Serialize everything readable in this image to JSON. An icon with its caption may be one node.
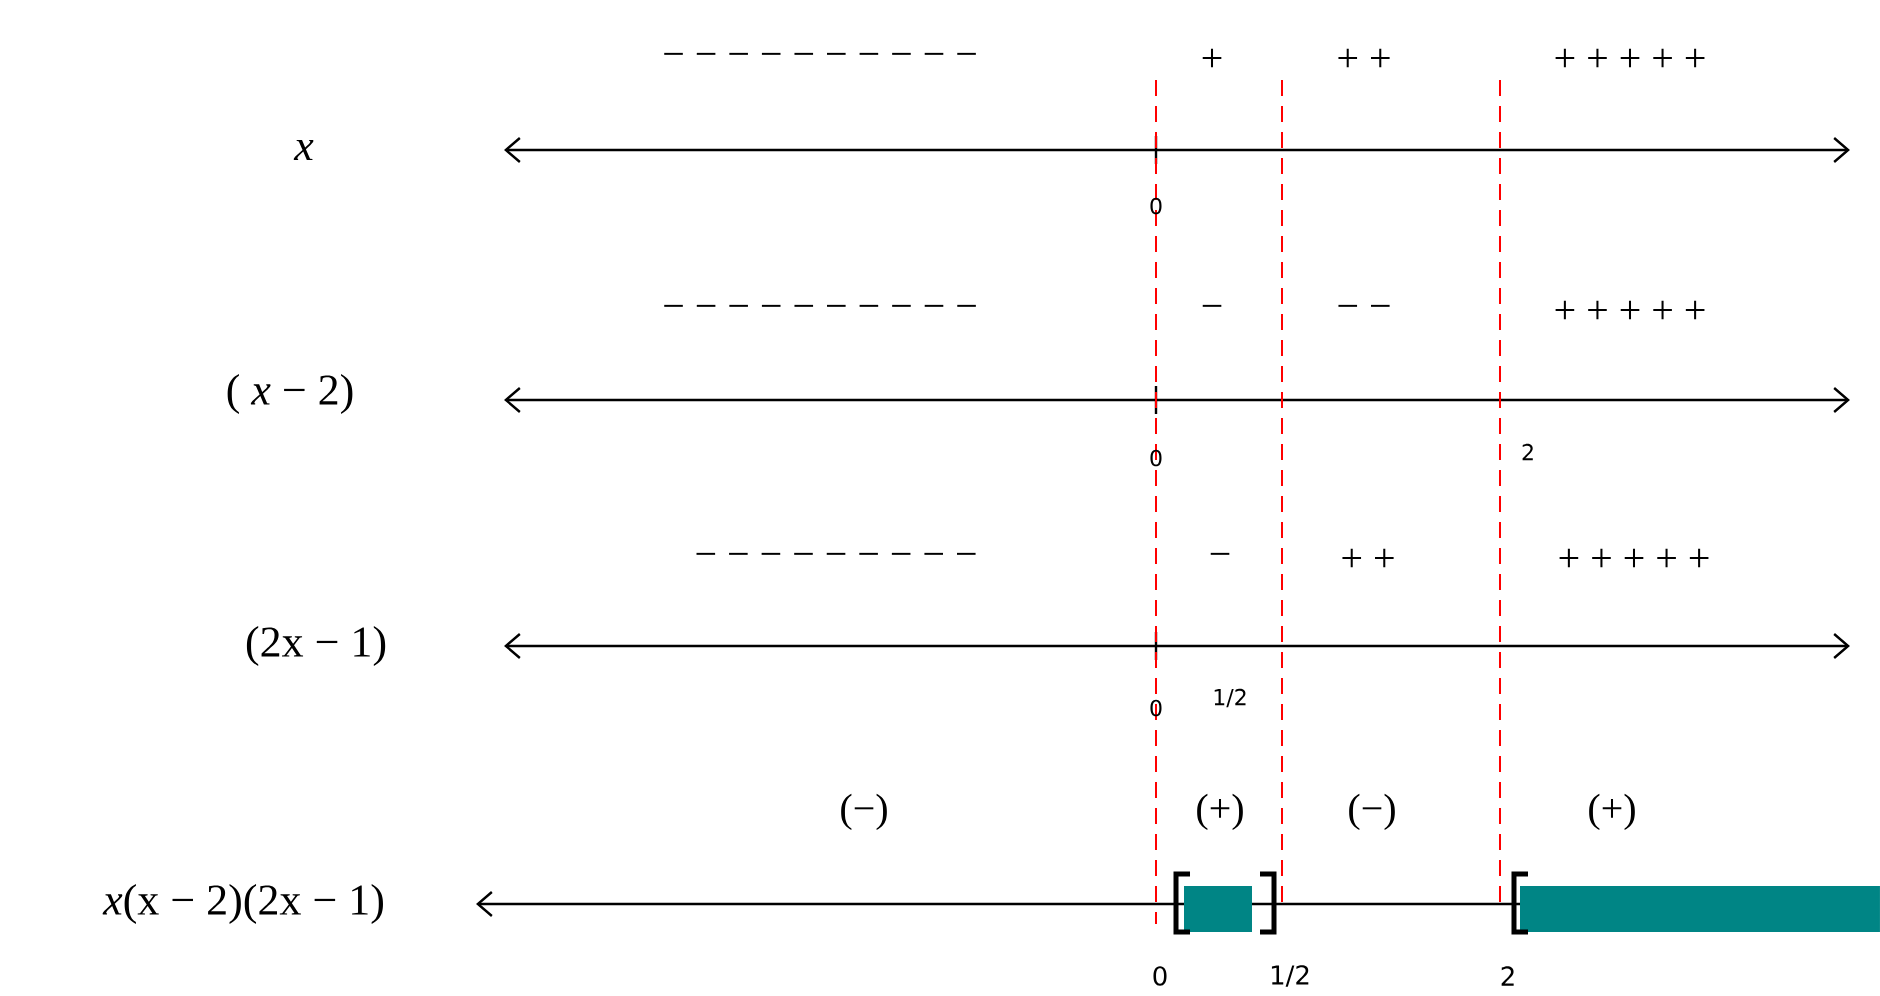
{
  "diagram": {
    "labels": [
      "− − − − − − − − − −",
      "+",
      "+ +",
      "+ + + + +",
      "x",
      "0",
      "− − − − − − − − − −",
      "−",
      "− −",
      "+ + + + +",
      "( *x* − 2)",
      "0",
      "2",
      "− − − − − − − − −",
      "−",
      "+ +",
      "+ + + + +",
      "(2x − 1)",
      "0",
      "1/2",
      "(−)",
      "(+)",
      "(−)",
      "(+)",
      "*x*(x − 2)(2x − 1)",
      "0",
      "1/2",
      "2"
    ]
  }
}
